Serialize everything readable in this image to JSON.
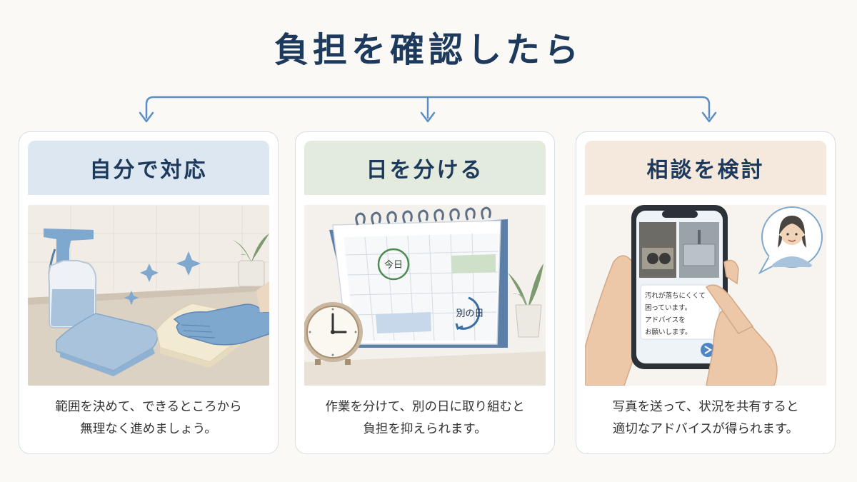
{
  "title": "負担を確認したら",
  "colors": {
    "title": "#1d3a5c",
    "arrow": "#5b8ec4",
    "card_border": "#d7dee6",
    "card1_header": "#dde7f2",
    "card2_header": "#e3ebdf",
    "card3_header": "#f5e8dc",
    "glove": "#7fa8cf",
    "circle_today": "#4f8a52",
    "circle_other": "#3b6ea5"
  },
  "cards": [
    {
      "heading": "自分で対応",
      "icon": "cleaning-spray-cloth-icon",
      "text_line1": "範囲を決めて、できるところから",
      "text_line2": "無理なく進めましょう。"
    },
    {
      "heading": "日を分ける",
      "icon": "calendar-clock-icon",
      "calendar_today": "今日",
      "calendar_other_day": "別の日",
      "text_line1": "作業を分けて、別の日に取り組むと",
      "text_line2": "負担を抑えられます。"
    },
    {
      "heading": "相談を検討",
      "icon": "phone-consultation-icon",
      "message_line1": "汚れが落ちにくくて",
      "message_line2": "困っています。",
      "message_line3": "アドバイスを",
      "message_line4": "お願いします。",
      "text_line1": "写真を送って、状況を共有すると",
      "text_line2": "適切なアドバイスが得られます。"
    }
  ]
}
